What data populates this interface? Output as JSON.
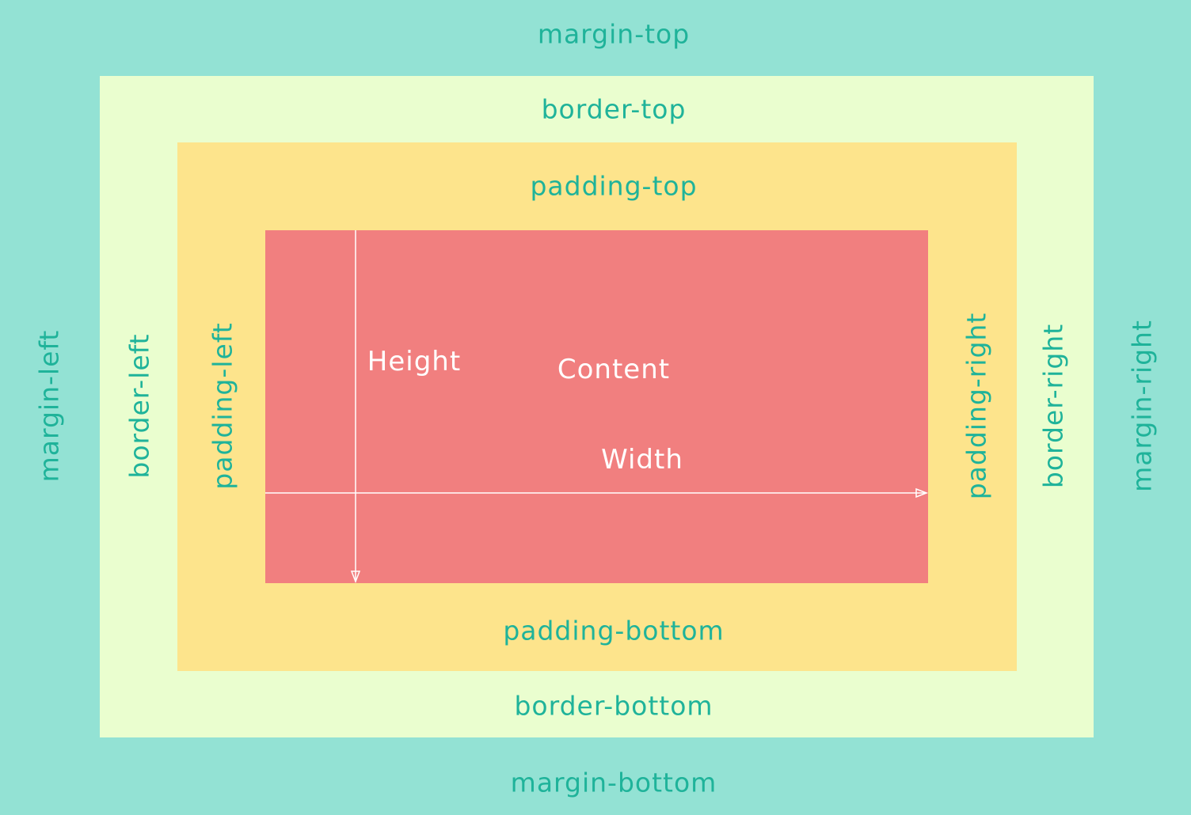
{
  "labels": {
    "margin_top": "margin-top",
    "margin_bottom": "margin-bottom",
    "margin_left": "margin-left",
    "margin_right": "margin-right",
    "border_top": "border-top",
    "border_bottom": "border-bottom",
    "border_left": "border-left",
    "border_right": "border-right",
    "padding_top": "padding-top",
    "padding_bottom": "padding-bottom",
    "padding_left": "padding-left",
    "padding_right": "padding-right",
    "content": "Content",
    "height": "Height",
    "width": "Width"
  },
  "colors": {
    "margin": "#93e2d4",
    "border": "#eafecf",
    "padding": "#fde48c",
    "content": "#f17f7f",
    "label_text": "#1fb39a",
    "content_text": "#ffffff"
  }
}
